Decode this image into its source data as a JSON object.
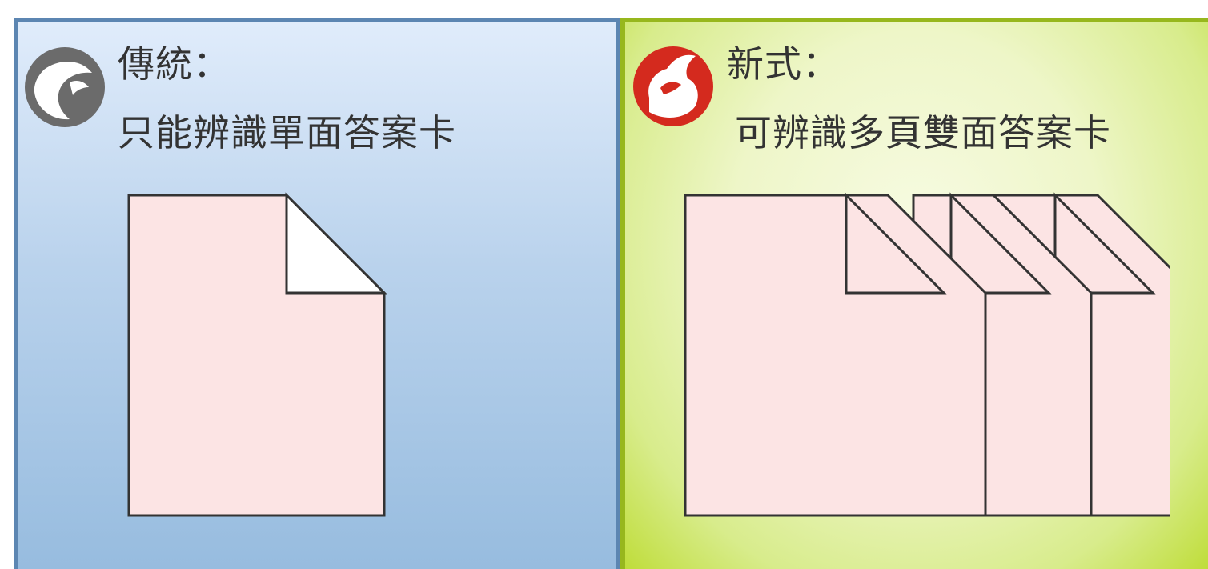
{
  "left_panel": {
    "heading": "傳統：",
    "description": "只能辨識單面答案卡",
    "icon": "thumbs-down-icon",
    "border_color": "#5c86b2"
  },
  "right_panel": {
    "heading": "新式：",
    "description": "可辨識多頁雙面答案卡",
    "icon": "thumbs-up-icon",
    "border_color": "#97b71d"
  },
  "colors": {
    "page_fill": "#fce4e4",
    "page_stroke": "#333333",
    "icon_gray": "#6b6b6b",
    "icon_red": "#d42a1e"
  }
}
